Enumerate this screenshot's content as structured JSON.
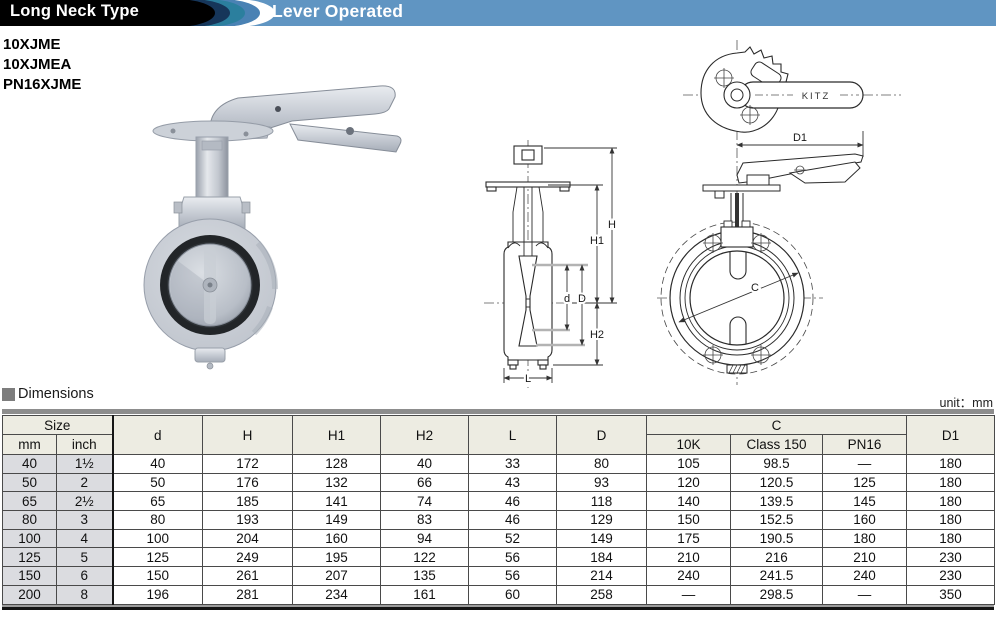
{
  "banner": {
    "left_label": "Long Neck Type",
    "right_label": "Lever Operated"
  },
  "models": [
    "10XJME",
    "10XJMEA",
    "PN16XJME"
  ],
  "drawings": {
    "side_labels": {
      "H": "H",
      "H1": "H1",
      "H2": "H2",
      "d": "d",
      "D": "D",
      "L": "L"
    },
    "lever_labels": {
      "D1": "D1",
      "C": "C",
      "brand": "KITZ"
    }
  },
  "dimensions": {
    "section_title": "Dimensions",
    "unit_label": "unit：mm",
    "table": {
      "size_group": "Size",
      "sub_mm": "mm",
      "sub_inch": "inch",
      "col_d": "d",
      "col_H": "H",
      "col_H1": "H1",
      "col_H2": "H2",
      "col_L": "L",
      "col_D": "D",
      "c_group": "C",
      "c_10k": "10K",
      "c_class150": "Class 150",
      "c_pn16": "PN16",
      "col_D1": "D1",
      "rows": [
        [
          "40",
          "1½",
          "40",
          "172",
          "128",
          "40",
          "33",
          "80",
          "105",
          "98.5",
          "—",
          "180"
        ],
        [
          "50",
          "2",
          "50",
          "176",
          "132",
          "66",
          "43",
          "93",
          "120",
          "120.5",
          "125",
          "180"
        ],
        [
          "65",
          "2½",
          "65",
          "185",
          "141",
          "74",
          "46",
          "118",
          "140",
          "139.5",
          "145",
          "180"
        ],
        [
          "80",
          "3",
          "80",
          "193",
          "149",
          "83",
          "46",
          "129",
          "150",
          "152.5",
          "160",
          "180"
        ],
        [
          "100",
          "4",
          "100",
          "204",
          "160",
          "94",
          "52",
          "149",
          "175",
          "190.5",
          "180",
          "180"
        ],
        [
          "125",
          "5",
          "125",
          "249",
          "195",
          "122",
          "56",
          "184",
          "210",
          "216",
          "210",
          "230"
        ],
        [
          "150",
          "6",
          "150",
          "261",
          "207",
          "135",
          "56",
          "214",
          "240",
          "241.5",
          "240",
          "230"
        ],
        [
          "200",
          "8",
          "196",
          "281",
          "234",
          "161",
          "60",
          "258",
          "—",
          "298.5",
          "—",
          "350"
        ]
      ]
    }
  },
  "colors": {
    "banner_black": "#000000",
    "banner_blue": "#6095c2",
    "swoosh_navy": "#16365a",
    "swoosh_teal": "#2b7f9e",
    "swoosh_mid_blue": "#4a82b4",
    "swoosh_white": "#ffffff",
    "table_header_bg": "#edece2",
    "table_size_col_bg": "#dbdce0"
  }
}
